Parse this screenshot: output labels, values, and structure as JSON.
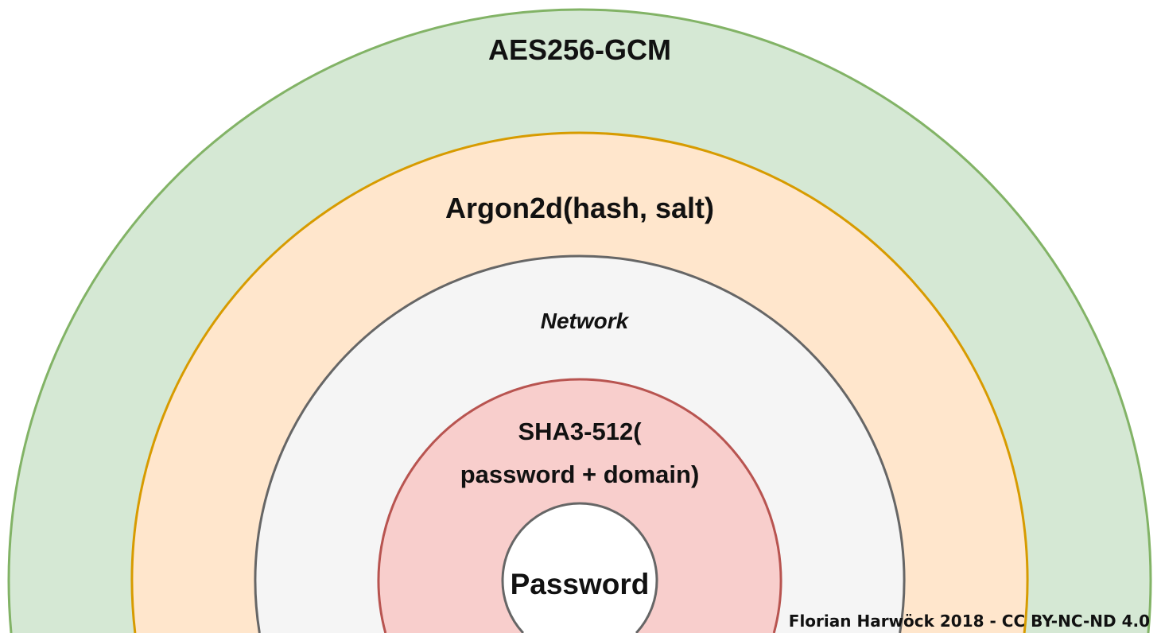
{
  "layers": [
    {
      "label": "AES256-GCM",
      "fill": "#d5e8d4",
      "stroke": "#82b366"
    },
    {
      "label": "Argon2d(hash, salt)",
      "fill": "#ffe6cc",
      "stroke": "#d79b00"
    },
    {
      "label": "Network",
      "fill": "#f5f5f5",
      "stroke": "#666666"
    },
    {
      "label_line1": "SHA3-512(",
      "label_line2": "password + domain)",
      "fill": "#f8cecc",
      "stroke": "#b85450"
    },
    {
      "label": "Password",
      "fill": "#ffffff",
      "stroke": "#666666"
    }
  ],
  "credit": "Florian Harwöck 2018 - CC BY-NC-ND 4.0"
}
